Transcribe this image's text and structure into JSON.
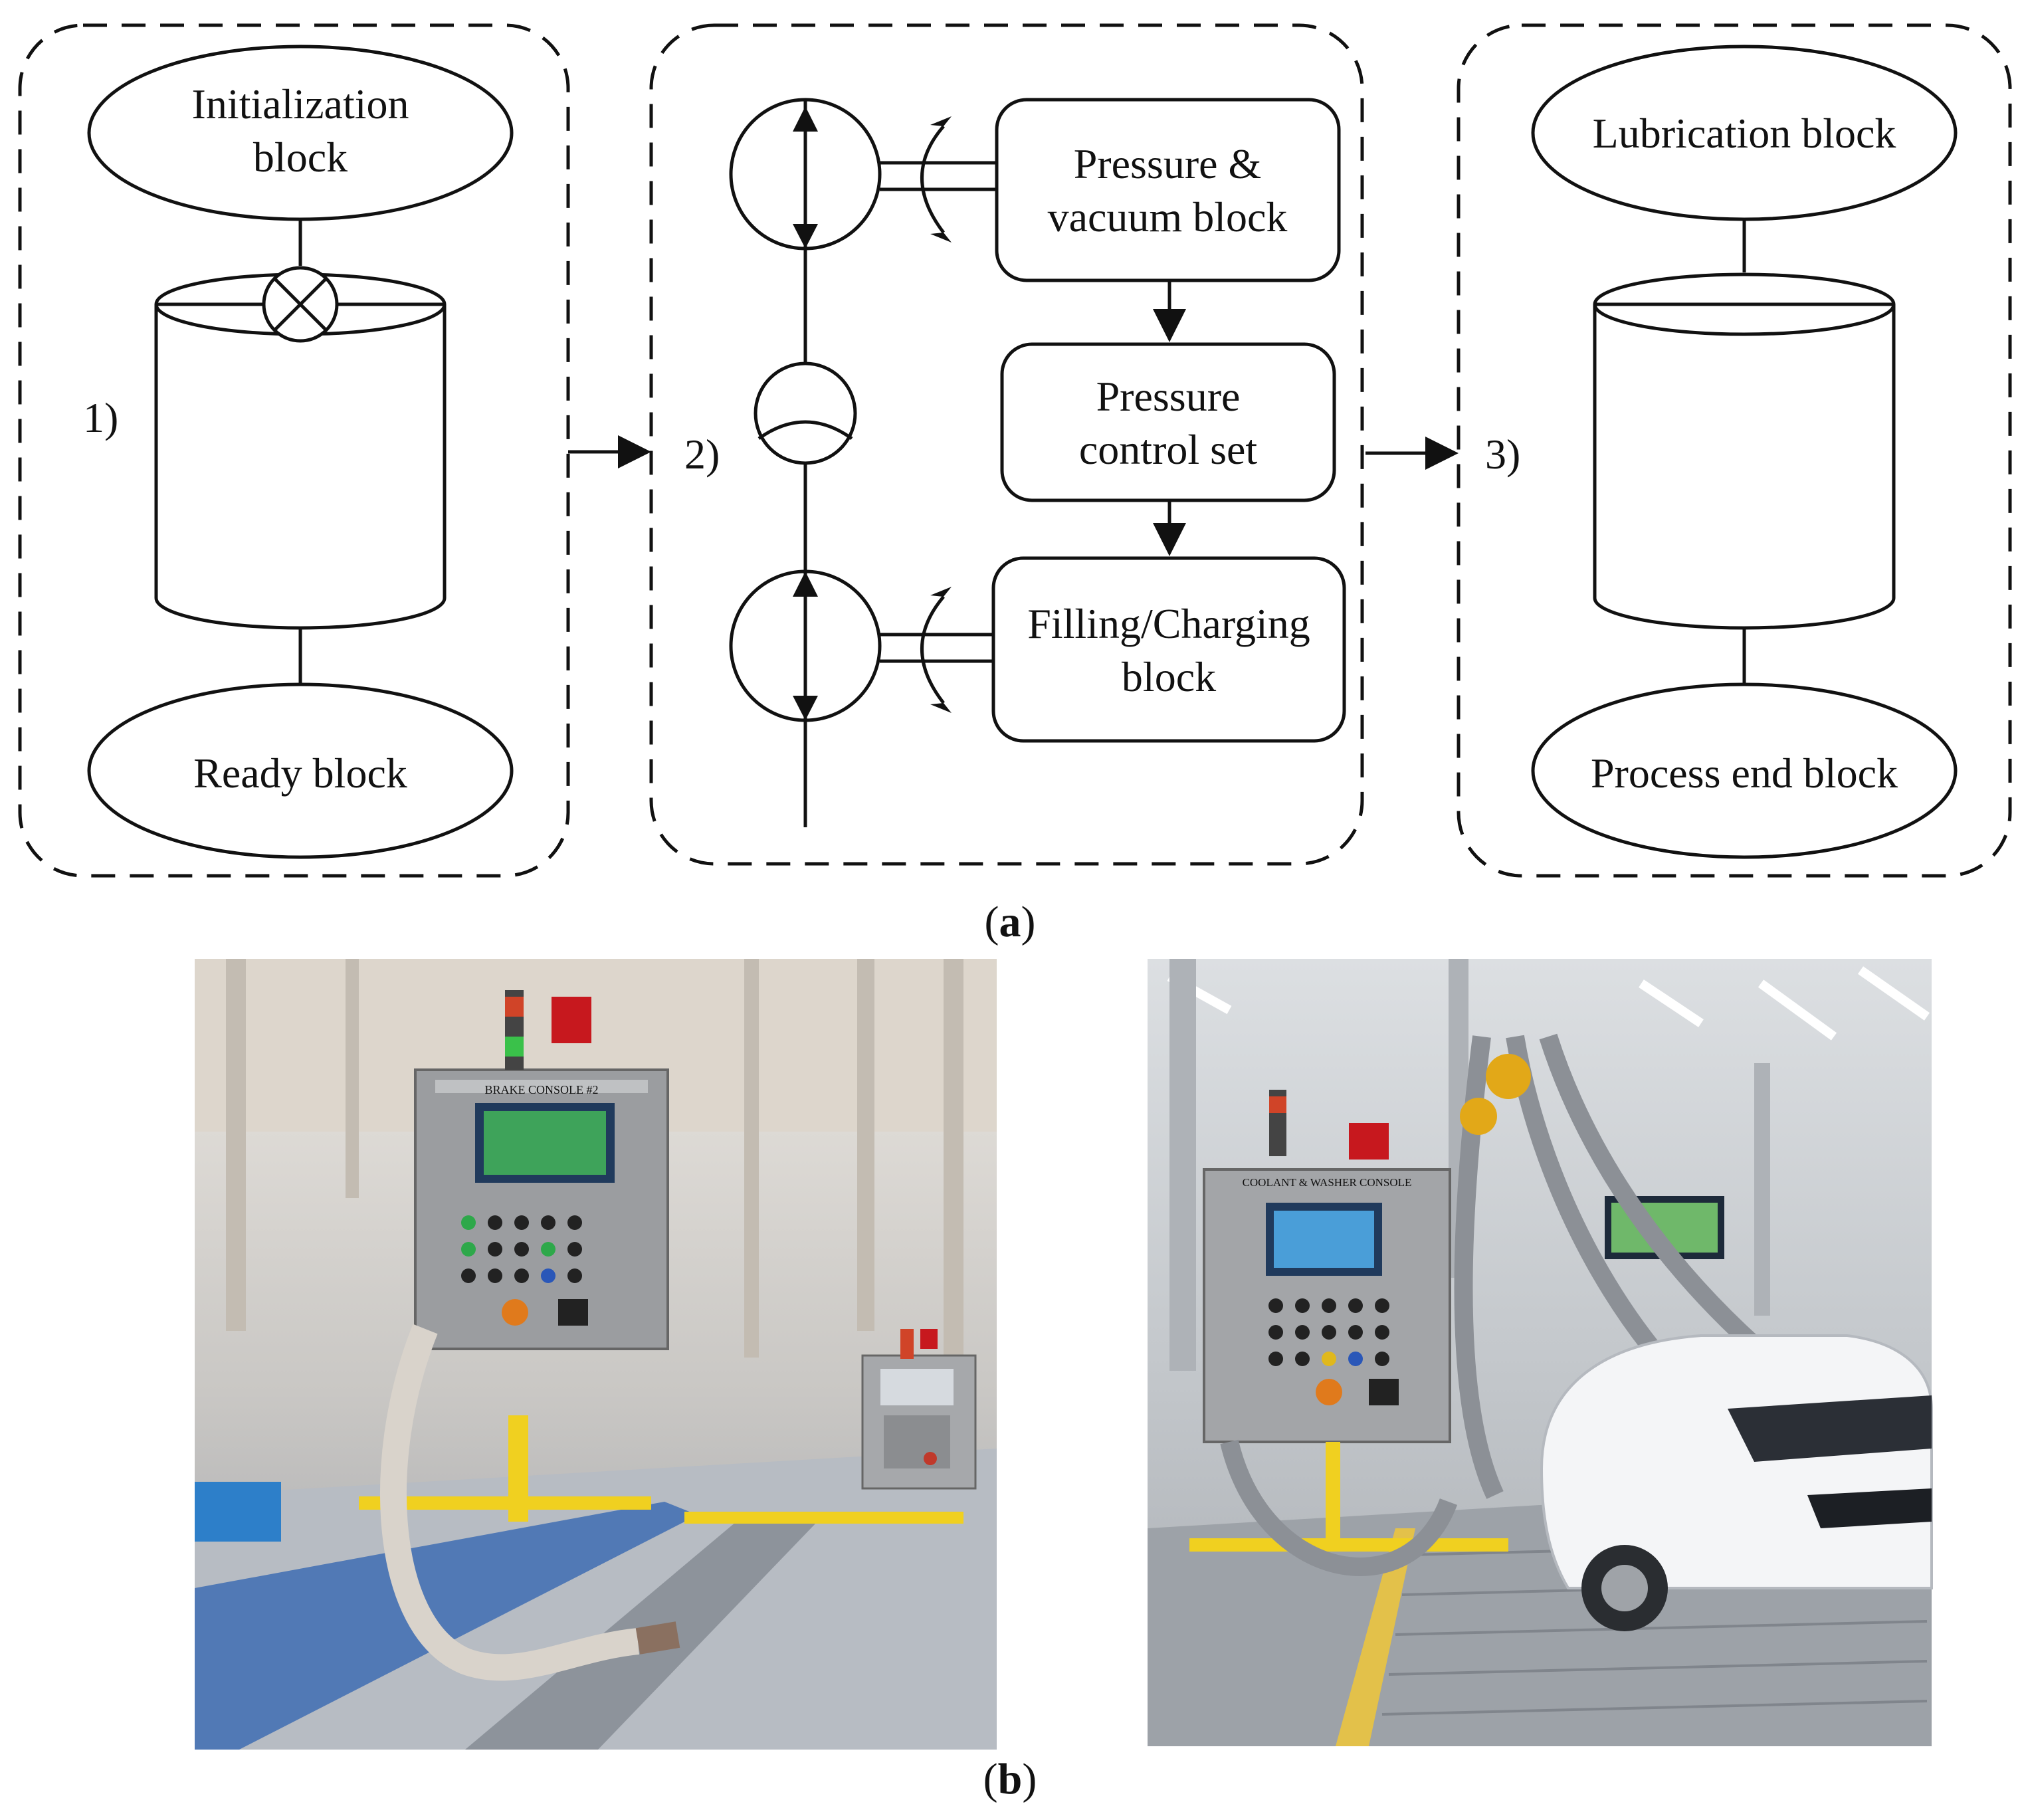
{
  "panel_a": {
    "stage1": {
      "number": "1)",
      "top_label_line1": "Initialization",
      "top_label_line2": "block",
      "bottom_label": "Ready block"
    },
    "stage2": {
      "number": "2)",
      "box1_line1": "Pressure &",
      "box1_line2": "vacuum block",
      "box2_line1": "Pressure",
      "box2_line2": "control set",
      "box3_line1": "Filling/Charging",
      "box3_line2": "block"
    },
    "stage3": {
      "number": "3)",
      "top_label": "Lubrication block",
      "bottom_label": "Process end block"
    },
    "caption_letter": "a"
  },
  "panel_b": {
    "left_photo": {
      "console_label": "BRAKE CONSOLE #2"
    },
    "right_photo": {
      "console_label": "COOLANT & WASHER CONSOLE"
    },
    "caption_letter": "b"
  }
}
